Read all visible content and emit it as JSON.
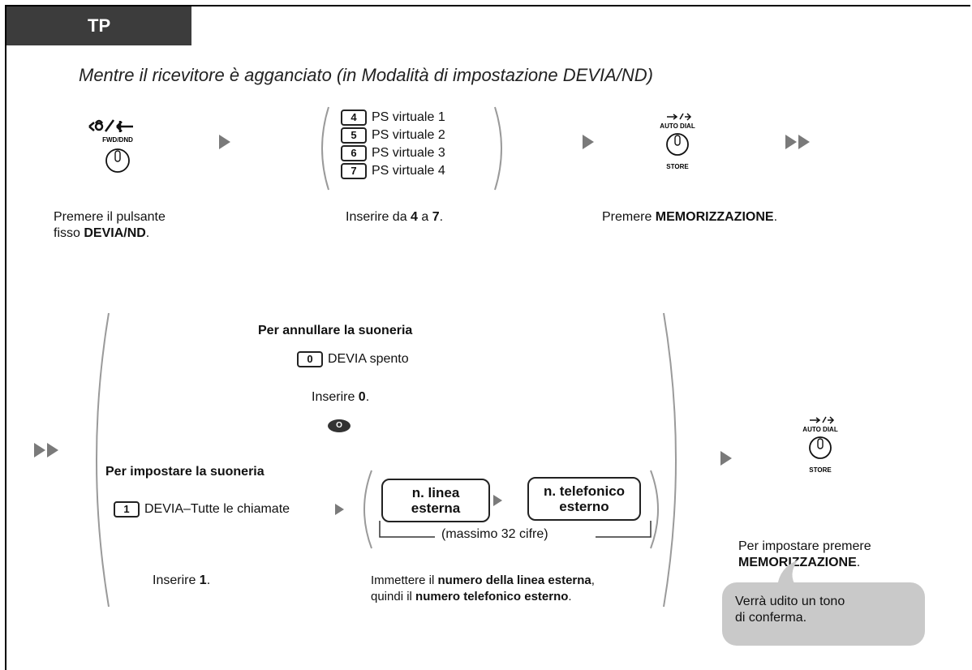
{
  "header": {
    "tab_label": "TP"
  },
  "title": "Mentre il ricevitore è agganciato (in Modalità di impostazione DEVIA/ND)",
  "step1": {
    "button_label": "FWD/DND",
    "caption_line1": "Premere il pulsante",
    "caption_line2_prefix": "fisso ",
    "caption_line2_bold": "DEVIA/ND",
    "caption_line2_suffix": "."
  },
  "step2": {
    "options": [
      {
        "key": "4",
        "label": "PS virtuale 1"
      },
      {
        "key": "5",
        "label": "PS virtuale 2"
      },
      {
        "key": "6",
        "label": "PS virtuale 3"
      },
      {
        "key": "7",
        "label": "PS virtuale 4"
      }
    ],
    "caption_prefix": "Inserire da ",
    "caption_b1": "4",
    "caption_mid": " a ",
    "caption_b2": "7",
    "caption_suffix": "."
  },
  "step3": {
    "button_top": "AUTO DIAL",
    "button_bottom": "STORE",
    "caption_prefix": "Premere ",
    "caption_bold": "MEMORIZZAZIONE",
    "caption_suffix": "."
  },
  "cancel": {
    "title": "Per annullare la suoneria",
    "key": "0",
    "option": "DEVIA spento",
    "caption_prefix": "Inserire ",
    "caption_bold": "0",
    "caption_suffix": ".",
    "tone_icon_label": "O"
  },
  "set": {
    "title": "Per impostare la suoneria",
    "key": "1",
    "option": "DEVIA–Tutte le chiamate",
    "box1_line1": "n. linea",
    "box1_line2": "esterna",
    "box2_line1": "n. telefonico",
    "box2_line2": "esterno",
    "max_note": "(massimo 32 cifre)",
    "caption_prefix": "Inserire ",
    "caption_bold": "1",
    "caption_suffix": ".",
    "instr_line1_prefix": "Immettere il ",
    "instr_line1_bold": "numero della linea esterna",
    "instr_line1_suffix": ",",
    "instr_line2_prefix": "quindi il ",
    "instr_line2_bold": "numero telefonico esterno",
    "instr_line2_suffix": "."
  },
  "final": {
    "button_top": "AUTO DIAL",
    "button_bottom": "STORE",
    "caption_line1": "Per impostare premere",
    "caption_line2_bold": "MEMORIZZAZIONE",
    "caption_line2_suffix": ".",
    "bubble_line1": "Verrà udito un tono",
    "bubble_line2": "di conferma."
  }
}
